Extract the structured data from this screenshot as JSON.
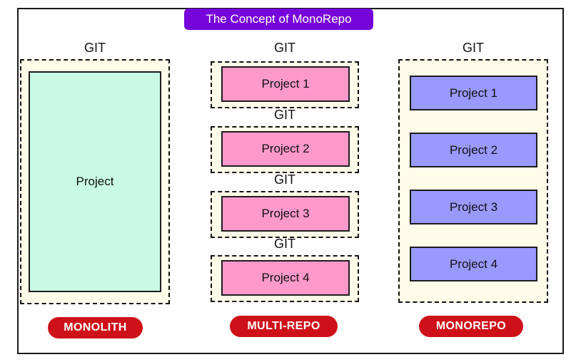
{
  "banner": {
    "text": "The Concept of MonoRepo"
  },
  "colors": {
    "banner_bg": "#7605DC",
    "badge_bg": "#CE1119",
    "badge_text": "#FFFFFF",
    "frame_border": "#1B1B1B",
    "repo_box_fill": "#FDFDE9",
    "repo_box_border": "#111111",
    "monolith_project_fill": "#C9FBE4",
    "multirepo_project_fill": "#FF99CC",
    "monorepo_project_fill": "#9999FF"
  },
  "columns": [
    {
      "name": "monolith",
      "badge": "MONOLITH",
      "repos": [
        {
          "git_label": "GIT",
          "projects": [
            "Project"
          ]
        }
      ]
    },
    {
      "name": "multi-repo",
      "badge": "MULTI-REPO",
      "repos": [
        {
          "git_label": "GIT",
          "projects": [
            "Project 1"
          ]
        },
        {
          "git_label": "GIT",
          "projects": [
            "Project 2"
          ]
        },
        {
          "git_label": "GIT",
          "projects": [
            "Project 3"
          ]
        },
        {
          "git_label": "GIT",
          "projects": [
            "Project 4"
          ]
        }
      ]
    },
    {
      "name": "monorepo",
      "badge": "MONOREPO",
      "repos": [
        {
          "git_label": "GIT",
          "projects": [
            "Project 1",
            "Project 2",
            "Project 3",
            "Project 4"
          ]
        }
      ]
    }
  ]
}
